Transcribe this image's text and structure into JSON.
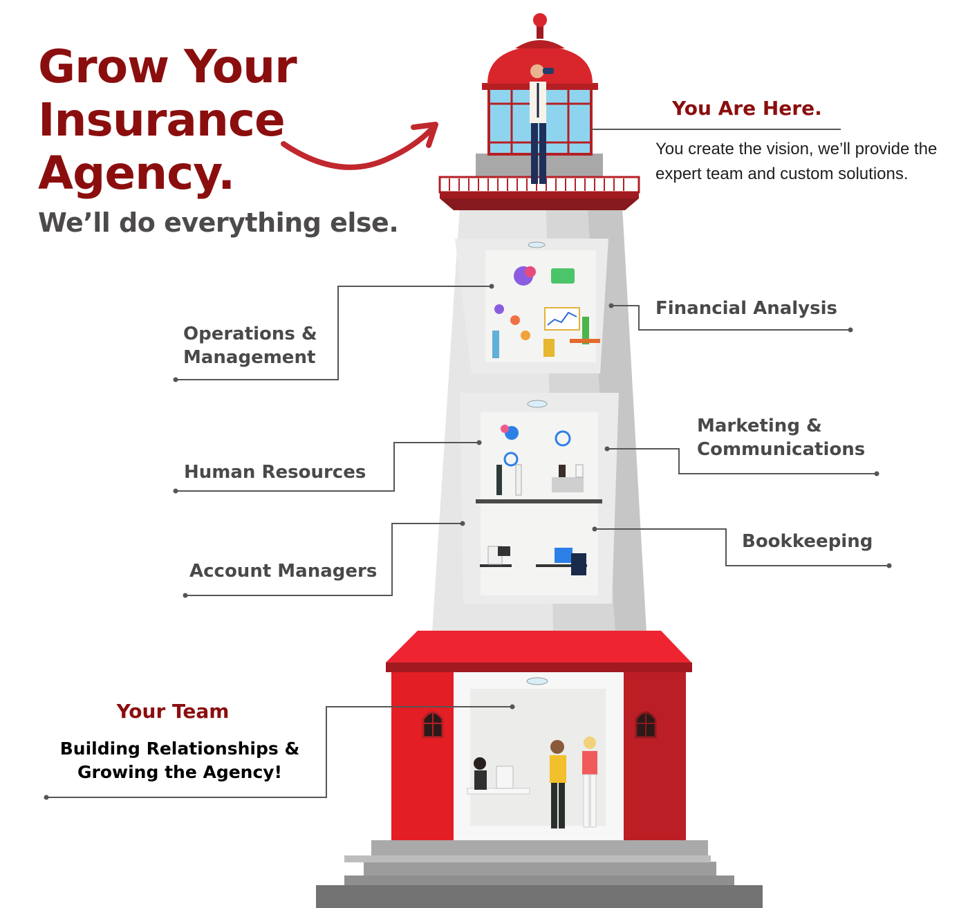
{
  "headline": {
    "line1": "Grow Your",
    "line2": "Insurance",
    "line3": "Agency.",
    "tagline": "We’ll do everything else."
  },
  "you_are_here": {
    "title": "You Are Here.",
    "description": "You create the vision, we’ll provide the expert team and custom solutions."
  },
  "departments": {
    "operations": {
      "line1": "Operations &",
      "line2": "Management"
    },
    "financial": {
      "label": "Financial Analysis"
    },
    "hr": {
      "label": "Human Resources"
    },
    "marketing": {
      "line1": "Marketing &",
      "line2": "Communications"
    },
    "account_managers": {
      "label": "Account Managers"
    },
    "bookkeeping": {
      "label": "Bookkeeping"
    }
  },
  "your_team": {
    "title": "Your Team",
    "line1": "Building Relationships &",
    "line2": "Growing the Agency!"
  },
  "colors": {
    "brand_dark_red": "#8b0e0e",
    "lighthouse_red": "#e31e24",
    "text_gray": "#4a4848",
    "connector_gray": "#555555"
  }
}
